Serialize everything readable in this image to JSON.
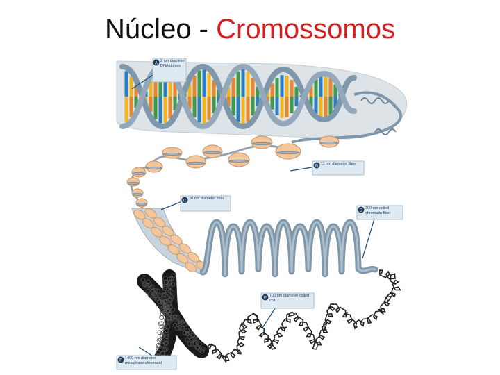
{
  "title": {
    "part1": "Núcleo - ",
    "part2": "Cromossomos"
  },
  "colors": {
    "title_accent": "#d42020",
    "backbone": "#7f97ab",
    "panel": "#dde3e7",
    "nucleosome": "#f3c69c",
    "base_pair_colors": [
      "#2d7fc1",
      "#f2b51d",
      "#e8862b",
      "#3f9a49"
    ],
    "label_box": "#dfe9f2"
  },
  "callouts": [
    {
      "letter": "A",
      "text": "2 nm diameter DNA duplex"
    },
    {
      "letter": "B",
      "text": "11 nm diameter fibre"
    },
    {
      "letter": "C",
      "text": "30 nm diameter fiber"
    },
    {
      "letter": "D",
      "text": "300 nm coiled chromatin fiber"
    },
    {
      "letter": "E",
      "text": "700 nm diameter coiled coil"
    },
    {
      "letter": "F",
      "text": "1400 nm diameter metaphase chromatid"
    }
  ]
}
